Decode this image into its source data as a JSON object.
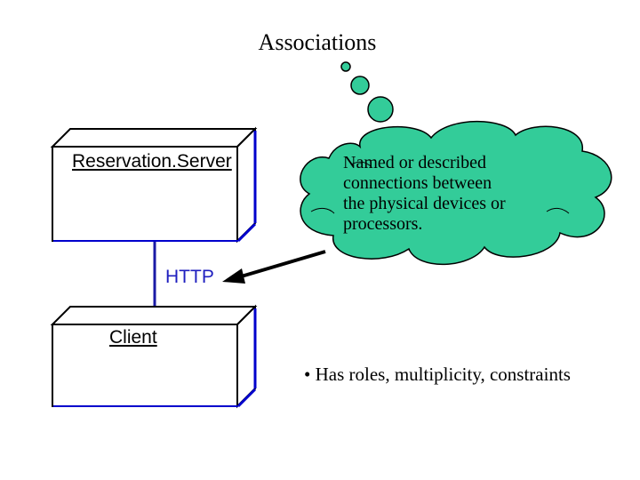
{
  "title": "Associations",
  "nodes": {
    "server": {
      "label": "Reservation.Server"
    },
    "client": {
      "label": "Client"
    }
  },
  "association": {
    "label": "HTTP"
  },
  "note": {
    "lines": [
      "Named or described",
      "connections between",
      "the physical devices or",
      "processors."
    ]
  },
  "bullet": "• Has roles, multiplicity, constraints",
  "colors": {
    "cloud_fill": "#33cc99",
    "node_edge": "#0000cc",
    "link_line": "#1a1aa6",
    "http_text": "#1f1fbf"
  }
}
